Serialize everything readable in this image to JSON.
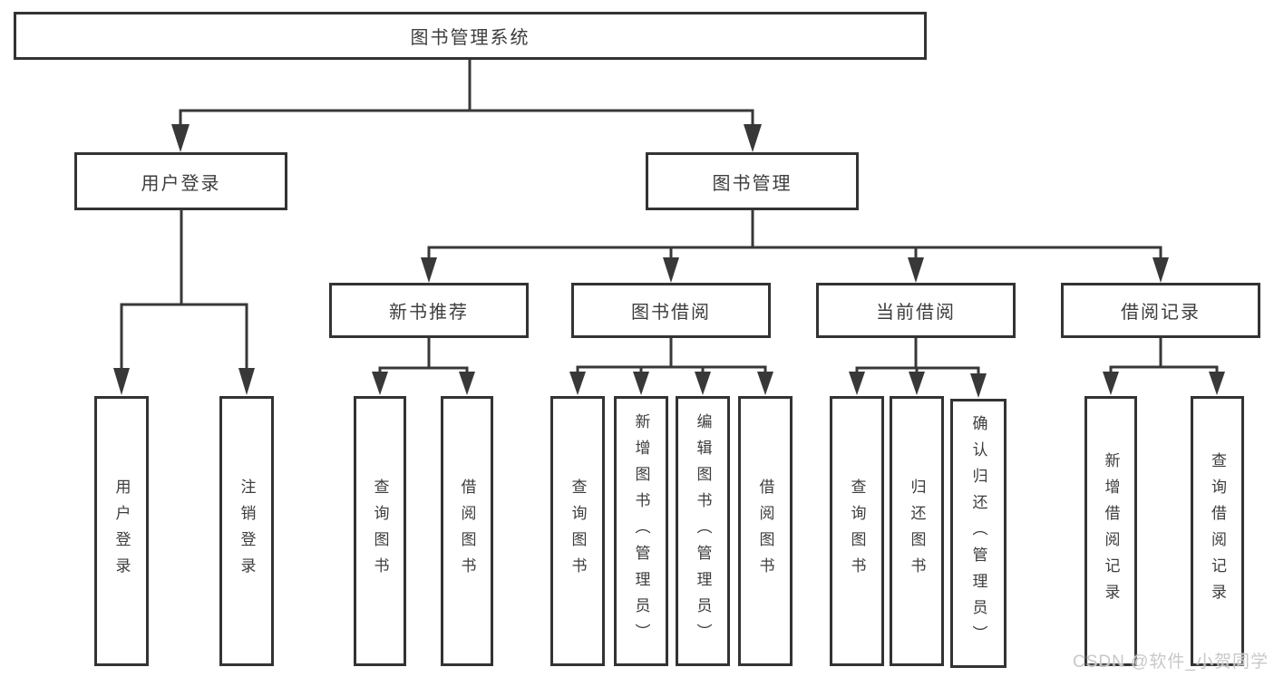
{
  "diagram": {
    "title": "图书管理系统",
    "level2": {
      "user_login": "用户登录",
      "book_management": "图书管理"
    },
    "level3": {
      "new_book_recommend": "新书推荐",
      "book_borrow": "图书借阅",
      "current_borrow": "当前借阅",
      "borrow_records": "借阅记录"
    },
    "leaves": {
      "user_login": [
        "用户登录",
        "注销登录"
      ],
      "new_book_recommend": [
        "查询图书",
        "借阅图书"
      ],
      "book_borrow": [
        "查询图书",
        "新增图书（管理员）",
        "编辑图书（管理员）",
        "借阅图书"
      ],
      "current_borrow": [
        "查询图书",
        "归还图书",
        "确认归还（管理员）"
      ],
      "borrow_records": [
        "新增借阅记录",
        "查询借阅记录"
      ]
    },
    "colors": {
      "line": "#383838",
      "border": "#333333",
      "text": "#3d3d3d",
      "background": "#ffffff",
      "watermark": "#c8c8c8"
    }
  },
  "watermark": {
    "text": "CSDN @软件_小贺同学"
  }
}
